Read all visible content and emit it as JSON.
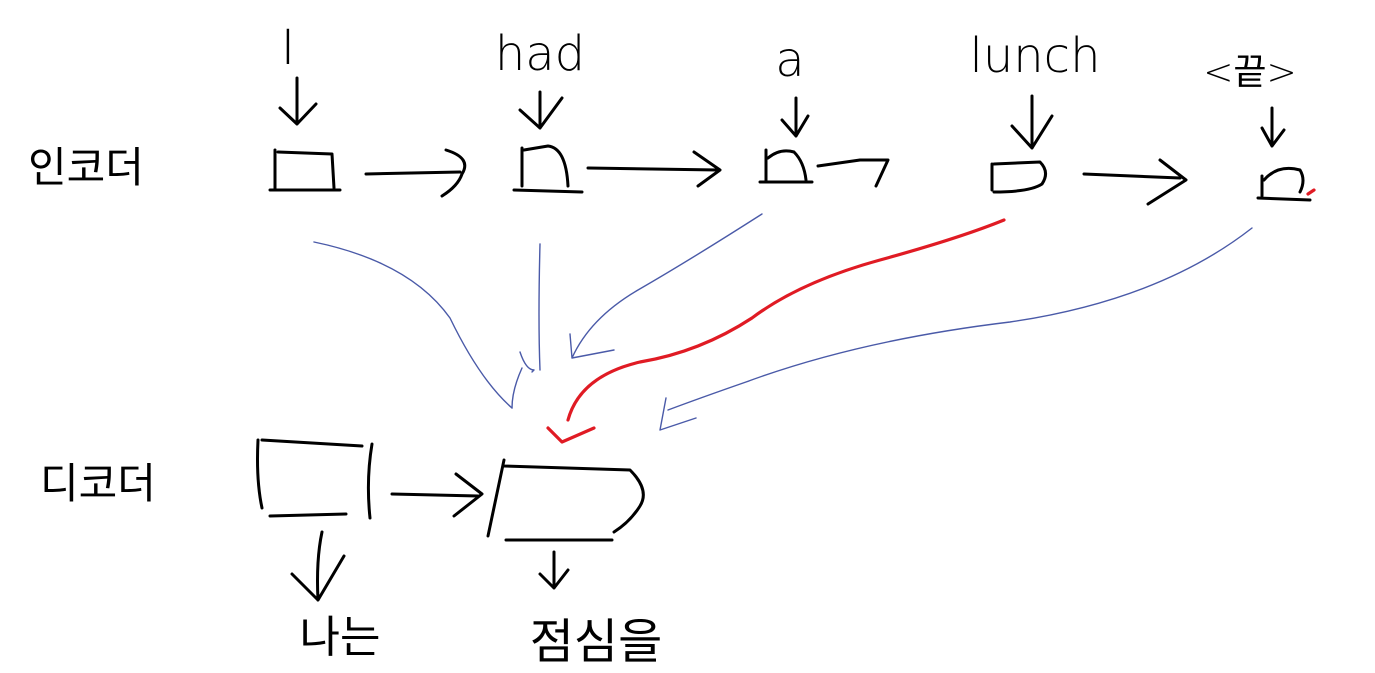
{
  "encoder": {
    "label": "인코더",
    "input_tokens": [
      "I",
      "had",
      "a",
      "lunch",
      "<끝>"
    ]
  },
  "decoder": {
    "label": "디코더",
    "output_tokens": [
      "나는",
      "점심을"
    ]
  },
  "colors": {
    "ink": "#000000",
    "attention": "#4a5aa8",
    "highlight": "#e01b24",
    "background": "#ffffff"
  }
}
